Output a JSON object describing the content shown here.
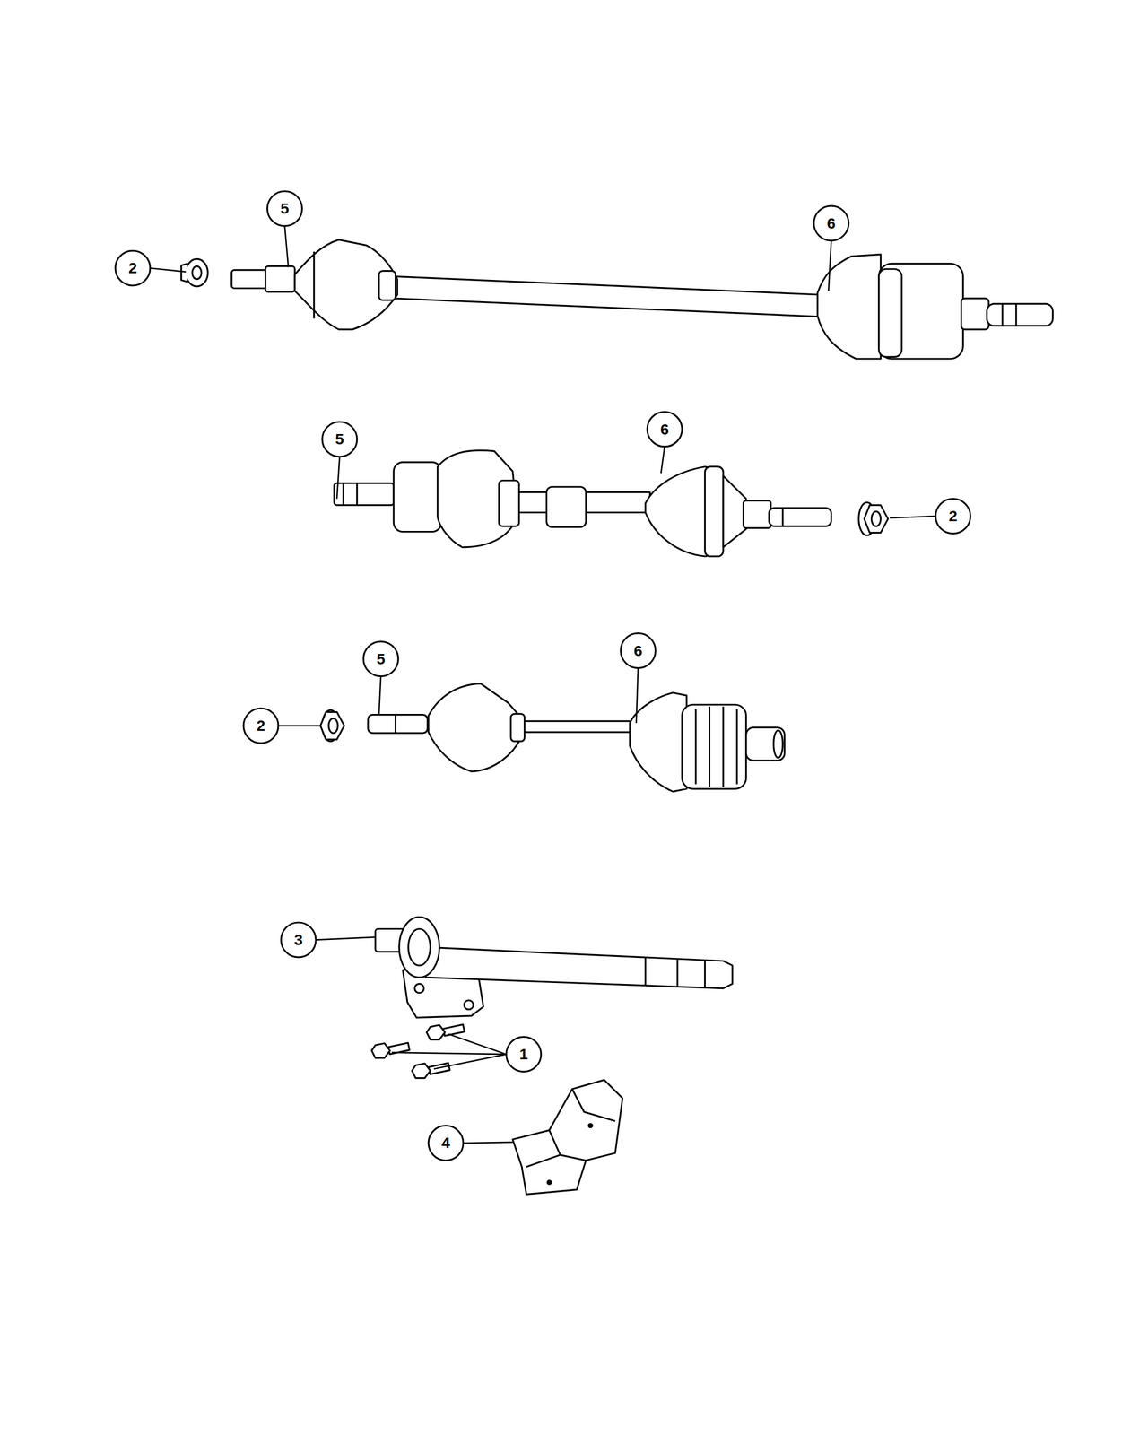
{
  "diagram": {
    "labels": [
      "5",
      "6",
      "2",
      "5",
      "6",
      "2",
      "5",
      "6",
      "2",
      "3",
      "1",
      "4"
    ]
  }
}
